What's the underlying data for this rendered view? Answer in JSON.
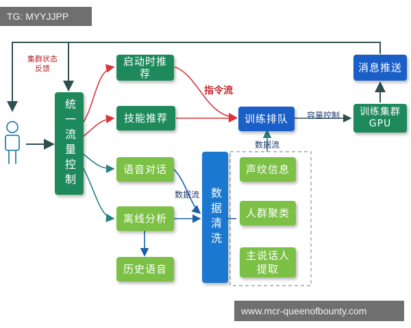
{
  "watermark_top": "TG: MYYJJPP",
  "watermark_bottom": "www.mcr-queenofbounty.com",
  "nodes": {
    "control": "统一流量控制",
    "startup_rec": "启动时推荐",
    "skill_rec": "技能推荐",
    "voice_dialog": "语音对话",
    "offline_analysis": "离线分析",
    "history_voice": "历史语音",
    "data_cleaning": "数据清洗",
    "voiceprint": "声纹信息",
    "clustering": "人群聚类",
    "speaker_extract": "主说话人提取",
    "train_queue": "训练排队",
    "train_cluster": "训练集群GPU",
    "message_push": "消息推送"
  },
  "labels": {
    "cluster_feedback": "集群状态反馈",
    "instruction_flow": "指令流",
    "capacity_control": "容量控制",
    "data_flow_1": "数据流",
    "data_flow_2": "数据流"
  },
  "icons": {
    "user": "user-icon"
  },
  "colors": {
    "dark_green": "#1e8a5c",
    "light_green": "#7cc046",
    "blue": "#1a78d0",
    "red_arrow": "#d8343c",
    "teal_arrow": "#2a7f7f",
    "dark_arrow": "#2f4f4f"
  }
}
